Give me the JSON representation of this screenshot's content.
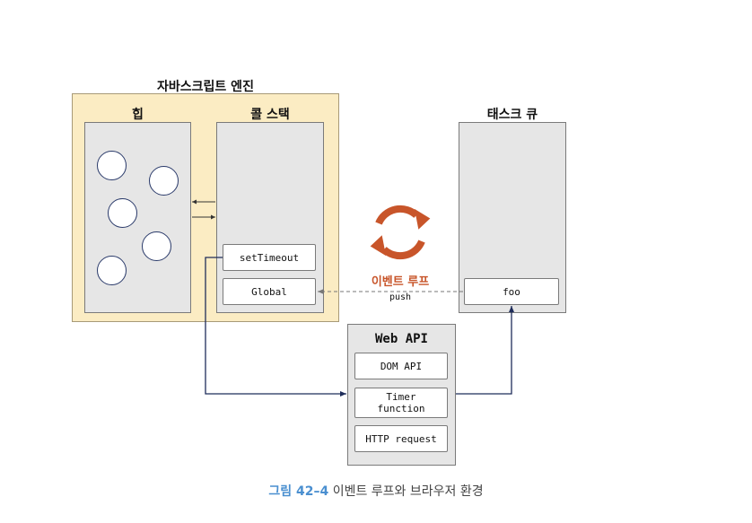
{
  "engine": {
    "title": "자바스크립트 엔진"
  },
  "heap": {
    "title": "힙"
  },
  "call_stack": {
    "title": "콜 스택",
    "frames": [
      "setTimeout",
      "Global"
    ]
  },
  "task_queue": {
    "title": "태스크 큐",
    "items": [
      "foo"
    ]
  },
  "event_loop": {
    "label": "이벤트 루프",
    "push_label": "push"
  },
  "web_api": {
    "title": "Web API",
    "items": [
      "DOM API",
      "Timer\nfunction",
      "HTTP request"
    ]
  },
  "caption": {
    "number": "그림 42–4",
    "text": "이벤트 루프와 브라우저 환경"
  },
  "colors": {
    "engine_bg": "#fbecc3",
    "panel_bg": "#e6e6e6",
    "event_loop": "#c8552a",
    "arrow": "#1f2d5a",
    "caption_num": "#4a8fd0"
  }
}
